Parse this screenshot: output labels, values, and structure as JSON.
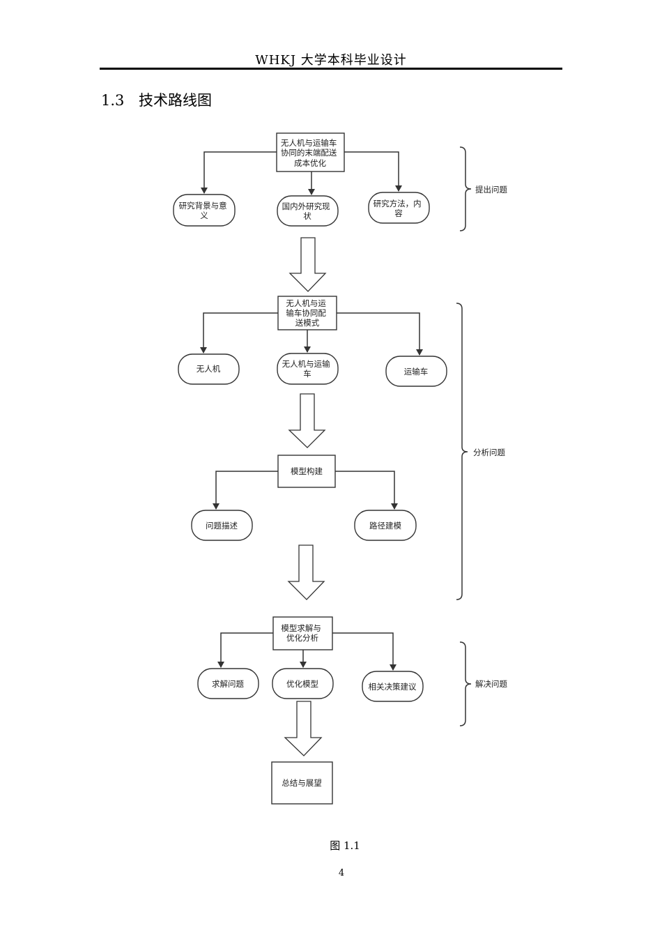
{
  "header": {
    "title": "WHKJ 大学本科毕业设计"
  },
  "section": {
    "number": "1.3",
    "title": "技术路线图"
  },
  "flowchart": {
    "stage1": {
      "root": [
        "无人机与运输车",
        "协同的末端配送",
        "成本优化"
      ],
      "children": [
        [
          "研究背景与意",
          "义"
        ],
        [
          "国内外研究现",
          "状"
        ],
        [
          "研究方法，内",
          "容"
        ]
      ],
      "bracket_label": "提出问题"
    },
    "stage2": {
      "root": [
        "无人机与运",
        "输车协同配",
        "送模式"
      ],
      "children": [
        [
          "无人机"
        ],
        [
          "无人机与运输",
          "车"
        ],
        [
          "运输车"
        ]
      ],
      "sub_root": [
        "模型构建"
      ],
      "sub_children": [
        [
          "问题描述"
        ],
        [
          "路径建模"
        ]
      ],
      "bracket_label": "分析问题"
    },
    "stage3": {
      "root": [
        "模型求解与",
        "优化分析"
      ],
      "children": [
        [
          "求解问题"
        ],
        [
          "优化模型"
        ],
        [
          "相关决策建议"
        ]
      ],
      "bracket_label": "解决问题"
    },
    "final": [
      "总结与展望"
    ]
  },
  "caption": "图 1.1",
  "page_number": "4"
}
